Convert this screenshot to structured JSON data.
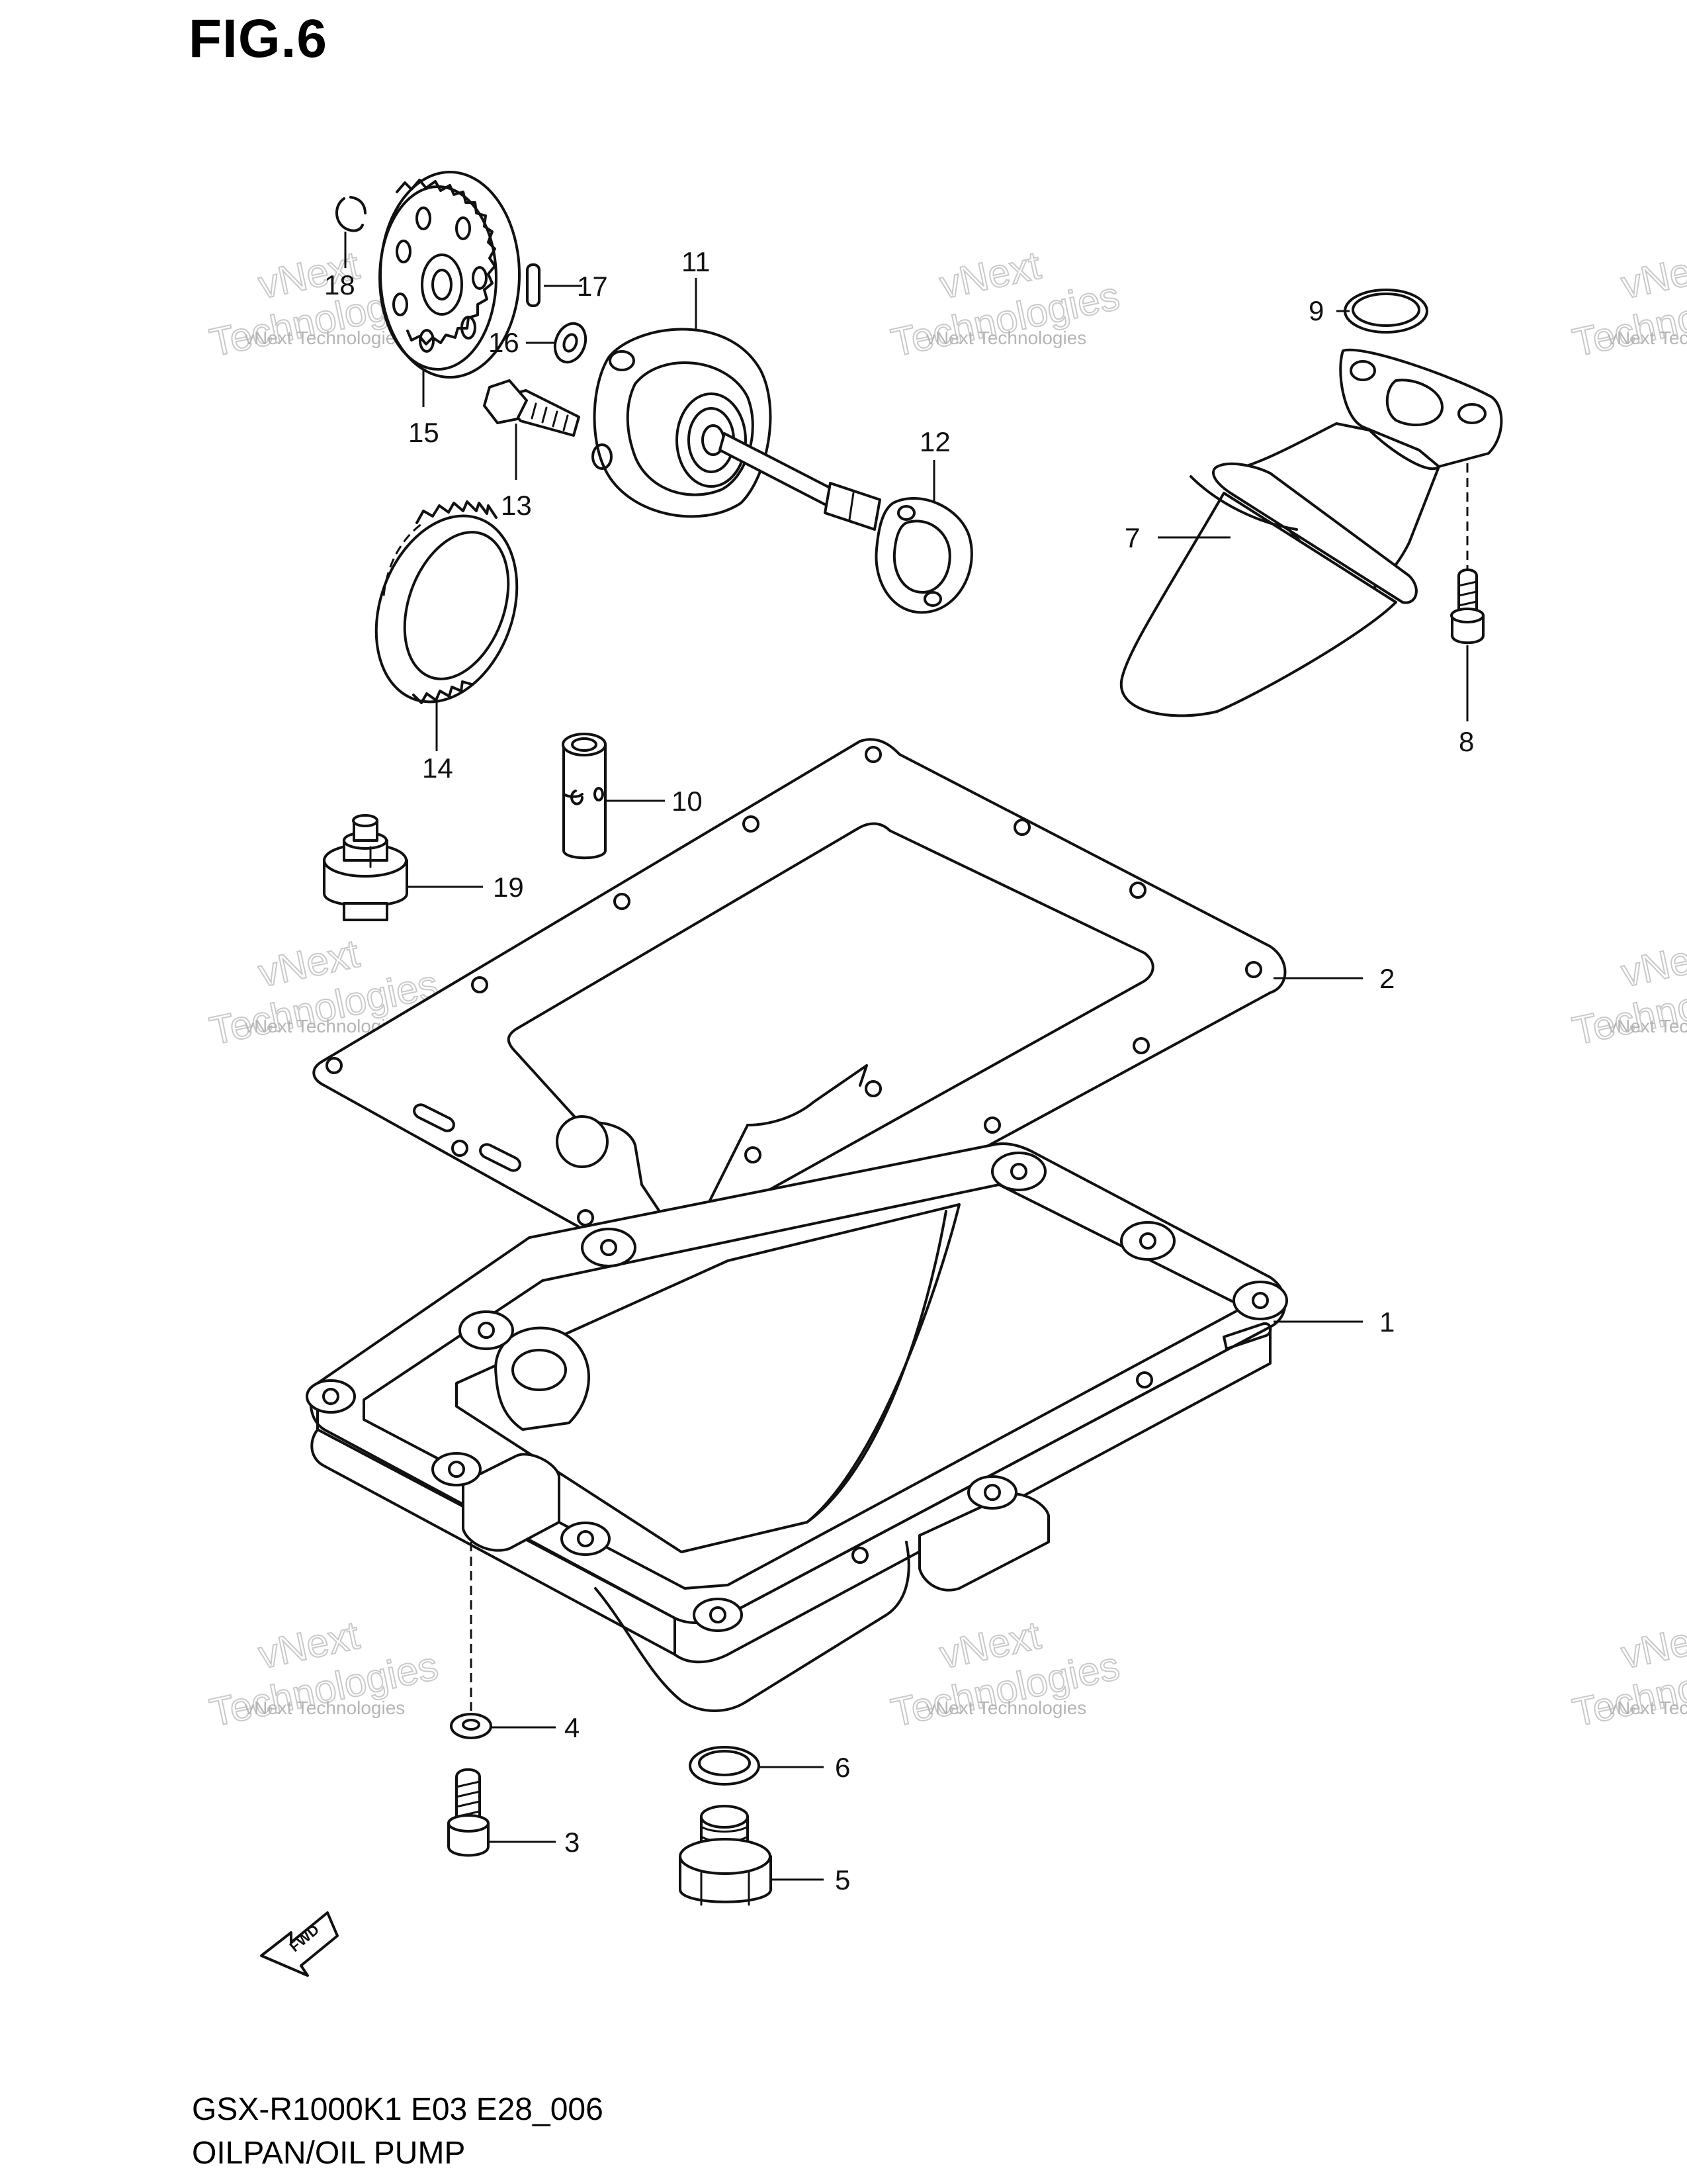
{
  "figure": {
    "title": "FIG.6"
  },
  "callouts": [
    {
      "id": "1",
      "label": "1"
    },
    {
      "id": "2",
      "label": "2"
    },
    {
      "id": "3",
      "label": "3"
    },
    {
      "id": "4",
      "label": "4"
    },
    {
      "id": "5",
      "label": "5"
    },
    {
      "id": "6",
      "label": "6"
    },
    {
      "id": "7",
      "label": "7"
    },
    {
      "id": "8",
      "label": "8"
    },
    {
      "id": "9",
      "label": "9"
    },
    {
      "id": "10",
      "label": "10"
    },
    {
      "id": "11",
      "label": "11"
    },
    {
      "id": "12",
      "label": "12"
    },
    {
      "id": "13",
      "label": "13"
    },
    {
      "id": "14",
      "label": "14"
    },
    {
      "id": "15",
      "label": "15"
    },
    {
      "id": "16",
      "label": "16"
    },
    {
      "id": "17",
      "label": "17"
    },
    {
      "id": "18",
      "label": "18"
    },
    {
      "id": "19",
      "label": "19"
    }
  ],
  "watermark": {
    "line1": "vNext Technologies",
    "line2": "Technologies",
    "line3": "vNext"
  },
  "fwd_label": "FWD",
  "footer": {
    "model_code": "GSX-R1000K1 E03 E28_006",
    "section_name": "OILPAN/OIL PUMP"
  }
}
